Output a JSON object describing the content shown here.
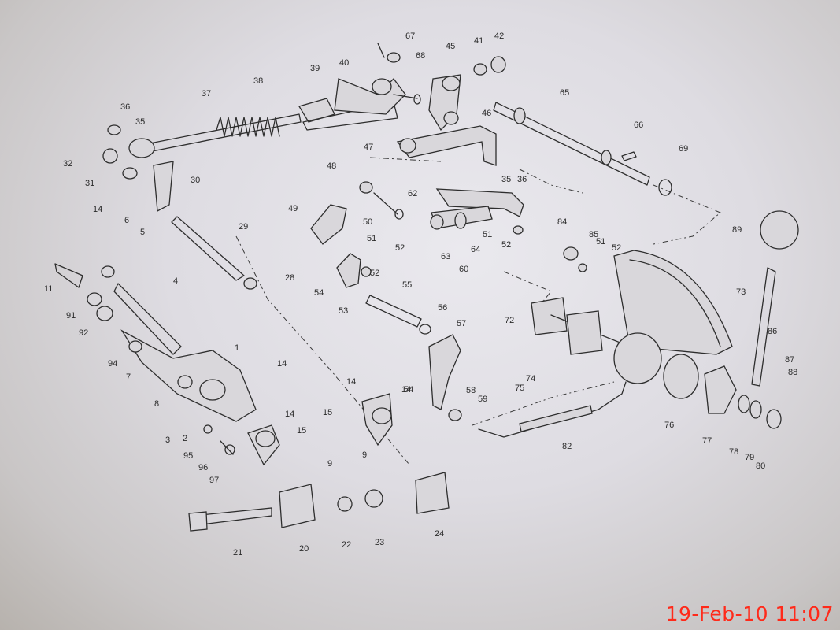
{
  "timestamp": "19-Feb-10 11:07",
  "colors": {
    "paper": "#e4e3e8",
    "ink": "#2e2e2e",
    "stamp": "#ff2a1a"
  },
  "part_labels": [
    "1",
    "2",
    "3",
    "4",
    "5",
    "6",
    "7",
    "8",
    "9",
    "9",
    "11",
    "14",
    "14",
    "14",
    "14",
    "14",
    "15",
    "15",
    "20",
    "21",
    "22",
    "23",
    "24",
    "28",
    "29",
    "30",
    "31",
    "32",
    "35",
    "35",
    "36",
    "36",
    "37",
    "38",
    "39",
    "40",
    "41",
    "42",
    "45",
    "46",
    "47",
    "48",
    "49",
    "50",
    "51",
    "51",
    "51",
    "52",
    "52",
    "52",
    "52",
    "53",
    "54",
    "54",
    "55",
    "56",
    "57",
    "58",
    "59",
    "60",
    "62",
    "63",
    "64",
    "65",
    "66",
    "67",
    "68",
    "69",
    "72",
    "73",
    "74",
    "75",
    "76",
    "77",
    "78",
    "79",
    "80",
    "82",
    "84",
    "85",
    "86",
    "87",
    "88",
    "89",
    "91",
    "92",
    "94",
    "95",
    "96",
    "97"
  ]
}
